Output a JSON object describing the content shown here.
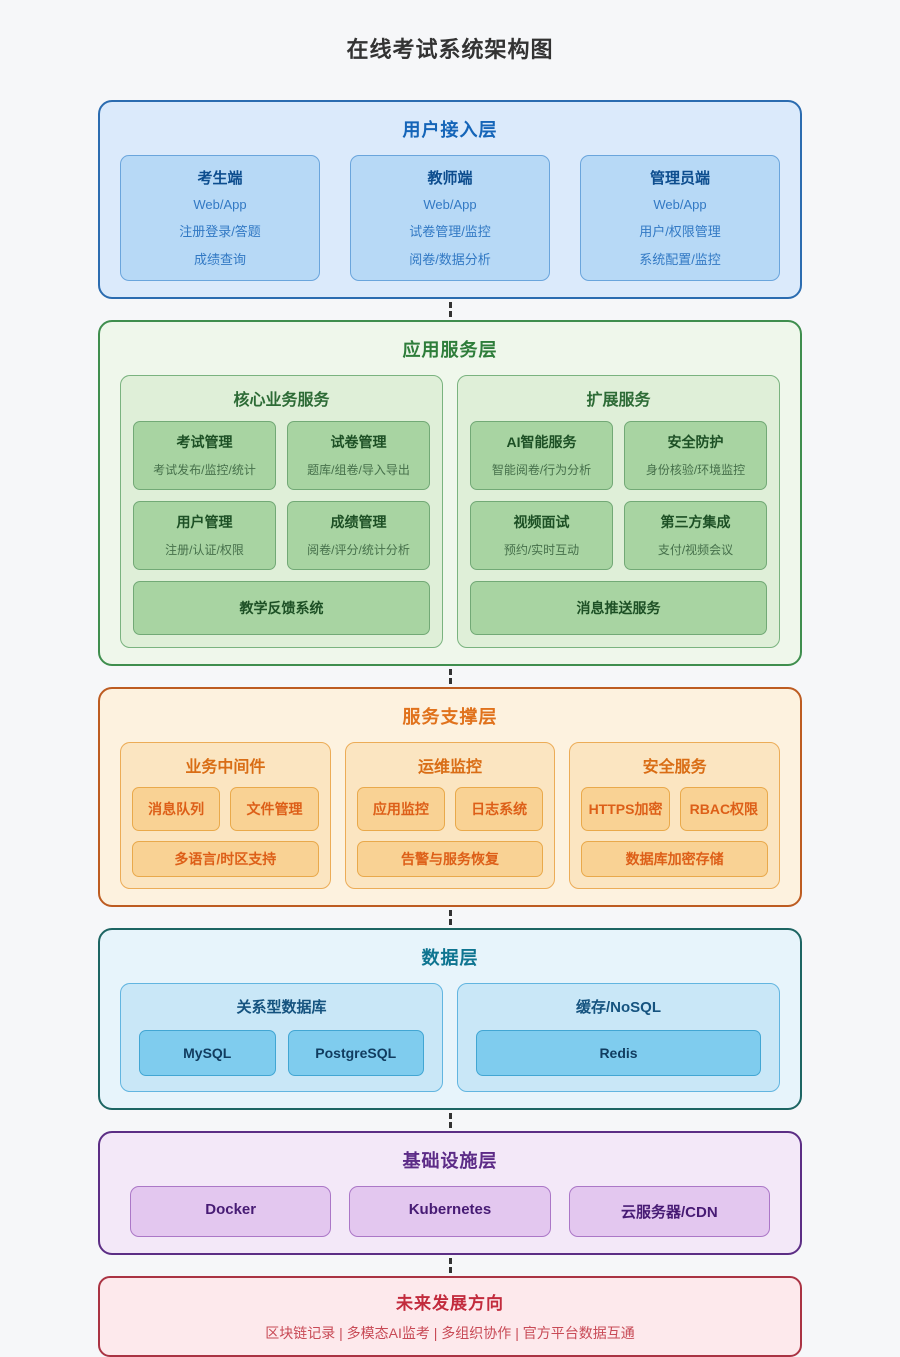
{
  "page": {
    "title": "在线考试系统架构图"
  },
  "colors": {
    "page_background": "#f6f7f9",
    "connector": "#333333",
    "accent_blue": "#1565b8",
    "accent_green": "#2e7d3a",
    "accent_orange": "#e0721c",
    "accent_teal": "#0e7490",
    "accent_purple": "#5c2b87",
    "accent_red": "#c22b3d"
  },
  "layers": {
    "user_access": {
      "title": "用户接入层",
      "cards": [
        {
          "title": "考生端",
          "lines": [
            "Web/App",
            "注册登录/答题",
            "成绩查询"
          ]
        },
        {
          "title": "教师端",
          "lines": [
            "Web/App",
            "试卷管理/监控",
            "阅卷/数据分析"
          ]
        },
        {
          "title": "管理员端",
          "lines": [
            "Web/App",
            "用户/权限管理",
            "系统配置/监控"
          ]
        }
      ]
    },
    "app_service": {
      "title": "应用服务层",
      "groups": [
        {
          "title": "核心业务服务",
          "cards": [
            {
              "title": "考试管理",
              "sub": "考试发布/监控/统计"
            },
            {
              "title": "试卷管理",
              "sub": "题库/组卷/导入导出"
            },
            {
              "title": "用户管理",
              "sub": "注册/认证/权限"
            },
            {
              "title": "成绩管理",
              "sub": "阅卷/评分/统计分析"
            }
          ],
          "wide": "教学反馈系统"
        },
        {
          "title": "扩展服务",
          "cards": [
            {
              "title": "AI智能服务",
              "sub": "智能阅卷/行为分析"
            },
            {
              "title": "安全防护",
              "sub": "身份核验/环境监控"
            },
            {
              "title": "视频面试",
              "sub": "预约/实时互动"
            },
            {
              "title": "第三方集成",
              "sub": "支付/视频会议"
            }
          ],
          "wide": "消息推送服务"
        }
      ]
    },
    "support": {
      "title": "服务支撑层",
      "groups": [
        {
          "title": "业务中间件",
          "cards": [
            "消息队列",
            "文件管理"
          ],
          "wide": "多语言/时区支持"
        },
        {
          "title": "运维监控",
          "cards": [
            "应用监控",
            "日志系统"
          ],
          "wide": "告警与服务恢复"
        },
        {
          "title": "安全服务",
          "cards": [
            "HTTPS加密",
            "RBAC权限"
          ],
          "wide": "数据库加密存储"
        }
      ]
    },
    "data_layer": {
      "title": "数据层",
      "groups": [
        {
          "title": "关系型数据库",
          "cards": [
            "MySQL",
            "PostgreSQL"
          ]
        },
        {
          "title": "缓存/NoSQL",
          "cards": [
            "Redis"
          ]
        }
      ]
    },
    "infrastructure": {
      "title": "基础设施层",
      "cards": [
        "Docker",
        "Kubernetes",
        "云服务器/CDN"
      ]
    },
    "future": {
      "title": "未来发展方向",
      "subtitle": "区块链记录 | 多模态AI监考 | 多组织协作 | 官方平台数据互通"
    }
  }
}
